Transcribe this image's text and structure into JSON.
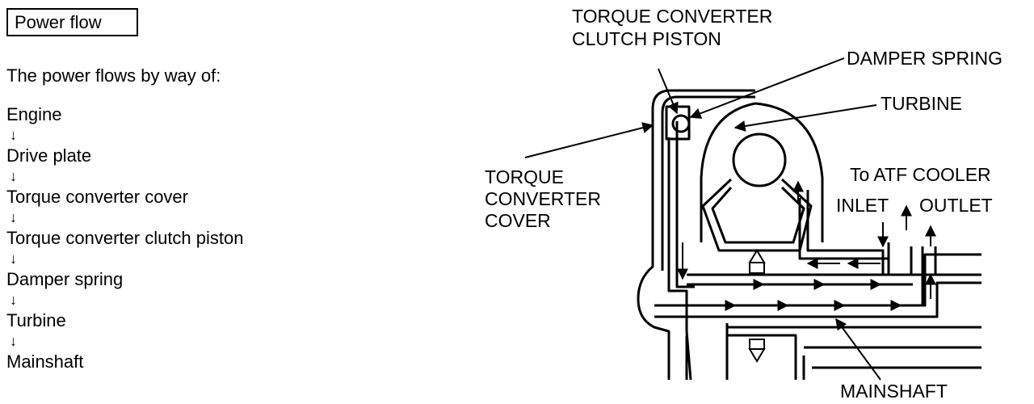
{
  "title": "Power flow",
  "intro": "The power flows by way of:",
  "flow": {
    "arrow": "↓",
    "steps": [
      "Engine",
      "Drive plate",
      "Torque converter cover",
      "Torque converter clutch piston",
      "Damper spring",
      "Turbine",
      "Mainshaft"
    ]
  },
  "labels": {
    "tcc_piston_line1": "TORQUE CONVERTER",
    "tcc_piston_line2": "CLUTCH PISTON",
    "damper_spring": "DAMPER SPRING",
    "turbine": "TURBINE",
    "tc_cover_line1": "TORQUE",
    "tc_cover_line2": "CONVERTER",
    "tc_cover_line3": "COVER",
    "atf_cooler": "To ATF COOLER",
    "inlet": "INLET",
    "outlet": "OUTLET",
    "mainshaft": "MAINSHAFT"
  }
}
